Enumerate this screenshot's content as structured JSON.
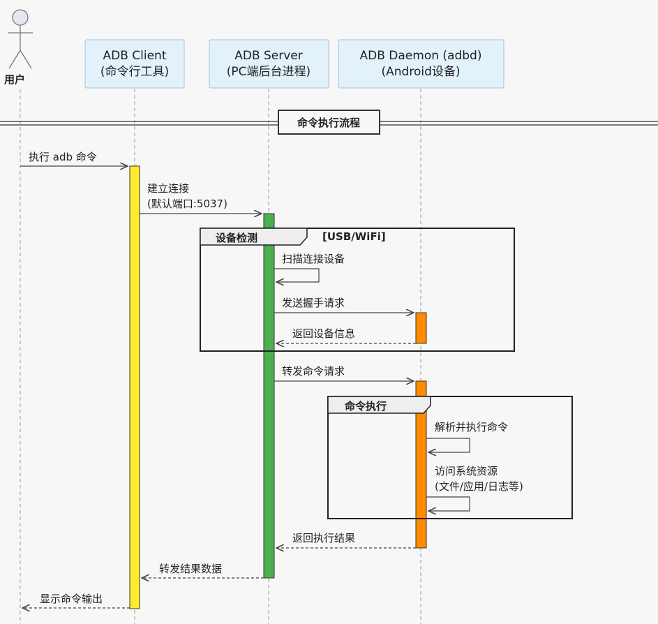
{
  "actor": {
    "name": "用户"
  },
  "participants": [
    {
      "line1": "ADB Client",
      "line2": "(命令行工具)"
    },
    {
      "line1": "ADB Server",
      "line2": "(PC端后台进程)"
    },
    {
      "line1": "ADB Daemon (adbd)",
      "line2": "(Android设备)"
    }
  ],
  "divider": {
    "label": "命令执行流程"
  },
  "fragments": {
    "detect": {
      "title": "设备检测",
      "guard": "[USB/WiFi]"
    },
    "exec": {
      "title": "命令执行"
    }
  },
  "messages": [
    {
      "lines": [
        "执行 adb 命令"
      ],
      "from": "user",
      "to": "client",
      "style": "solid"
    },
    {
      "lines": [
        "建立连接",
        "(默认端口:5037)"
      ],
      "from": "client",
      "to": "server",
      "style": "solid"
    },
    {
      "lines": [
        "扫描连接设备"
      ],
      "from": "server",
      "to": "server",
      "style": "self"
    },
    {
      "lines": [
        "发送握手请求"
      ],
      "from": "server",
      "to": "daemon",
      "style": "solid"
    },
    {
      "lines": [
        "返回设备信息"
      ],
      "from": "daemon",
      "to": "server",
      "style": "dashed"
    },
    {
      "lines": [
        "转发命令请求"
      ],
      "from": "server",
      "to": "daemon",
      "style": "solid"
    },
    {
      "lines": [
        "解析并执行命令"
      ],
      "from": "daemon",
      "to": "daemon",
      "style": "self"
    },
    {
      "lines": [
        "访问系统资源",
        "(文件/应用/日志等)"
      ],
      "from": "daemon",
      "to": "daemon",
      "style": "self"
    },
    {
      "lines": [
        "返回执行结果"
      ],
      "from": "daemon",
      "to": "server",
      "style": "dashed"
    },
    {
      "lines": [
        "转发结果数据"
      ],
      "from": "server",
      "to": "client",
      "style": "dashed"
    },
    {
      "lines": [
        "显示命令输出"
      ],
      "from": "client",
      "to": "user",
      "style": "dashed"
    }
  ],
  "colors": {
    "participant_fill": "#e3f1fb",
    "participant_stroke": "#9cc3df",
    "client_activation": "#ffeb2e",
    "server_activation": "#4caf50",
    "daemon_activation": "#ff8c00",
    "actor_fill": "#e6e6f0",
    "line": "#444444"
  },
  "icons": {
    "actor": "stick-figure-icon"
  }
}
